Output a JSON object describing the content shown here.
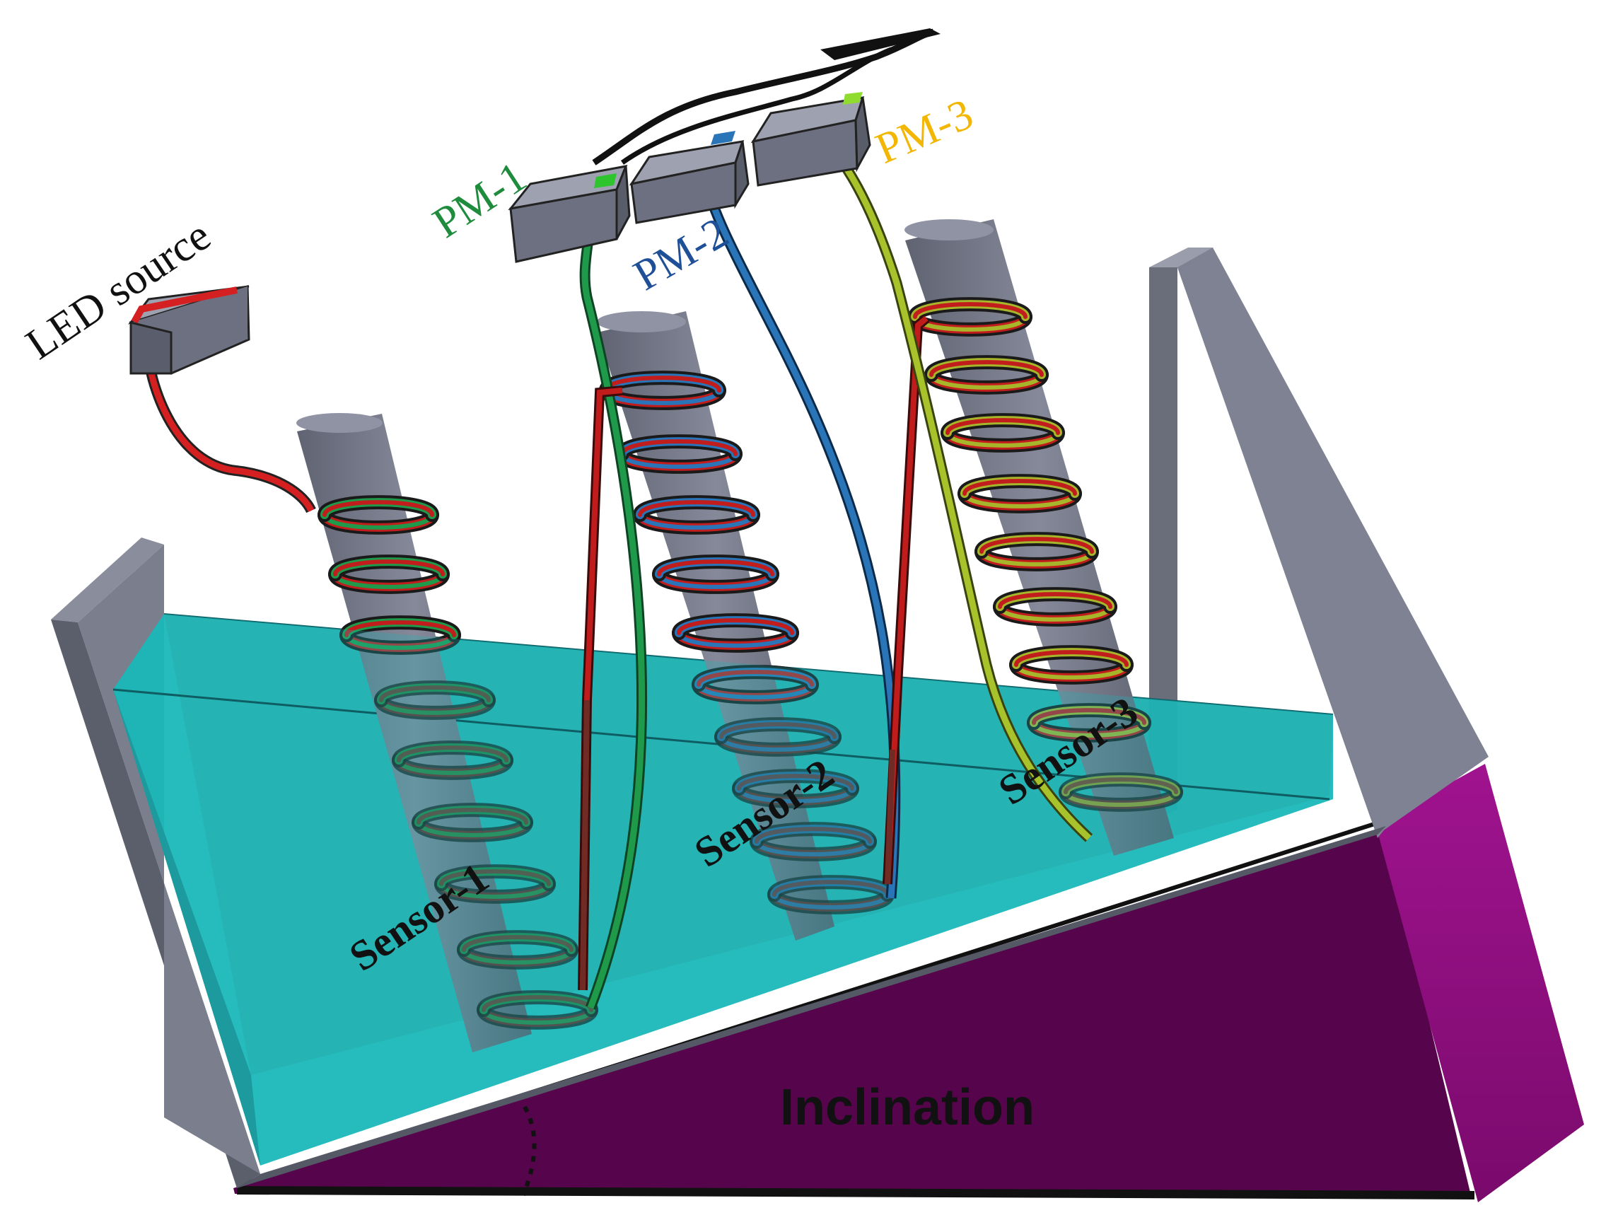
{
  "labels": {
    "led_source": "LED source",
    "pm1": "PM-1",
    "pm2": "PM-2",
    "pm3": "PM-3",
    "sensor1": "Sensor-1",
    "sensor2": "Sensor-2",
    "sensor3": "Sensor-3",
    "inclination": "Inclination"
  },
  "colors": {
    "pm1": "#1e8c3c",
    "pm2": "#1f4f96",
    "pm3": "#f2b705",
    "led_fiber": "#d42020",
    "fiber_green": "#1f9a4a",
    "fiber_blue": "#2a74b8",
    "fiber_olive": "#a7b52a",
    "water": "#19bfc0",
    "wedge": "#5a0650",
    "tank": "#6e7180",
    "rod": "#737786"
  },
  "icons": {
    "led": "led-source-box-icon",
    "meter": "power-meter-box-icon"
  }
}
